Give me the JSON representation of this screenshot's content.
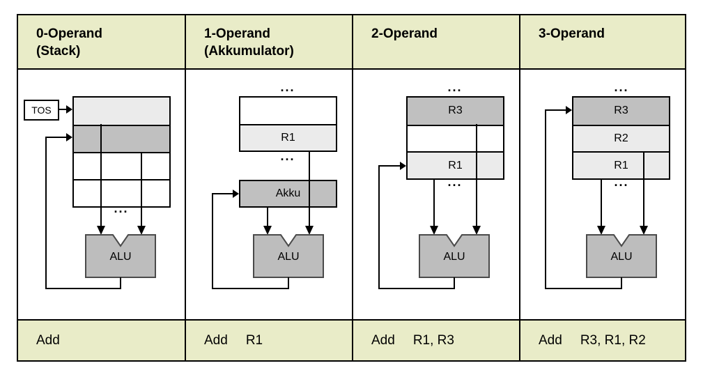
{
  "colors": {
    "band_bg": "#e9ecc8",
    "cell_light": "#ebebeb",
    "cell_dark": "#c0c0c0",
    "alu_fill": "#bdbdbd",
    "line": "#000000"
  },
  "columns": [
    {
      "header_line1": "0-Operand",
      "header_line2": "(Stack)",
      "tos_label": "TOS",
      "cells": [
        "",
        "",
        "",
        ""
      ],
      "dots_bottom": "...",
      "alu_label": "ALU",
      "instruction": {
        "mnemonic": "Add",
        "operands": ""
      }
    },
    {
      "header_line1": "1-Operand",
      "header_line2": "(Akkumulator)",
      "dots_top": "...",
      "cells": [
        "",
        "R1"
      ],
      "dots_mid": "...",
      "akku_label": "Akku",
      "alu_label": "ALU",
      "instruction": {
        "mnemonic": "Add",
        "operands": "R1"
      }
    },
    {
      "header_line1": "2-Operand",
      "header_line2": "",
      "dots_top": "...",
      "cells": [
        "R3",
        "",
        "R1"
      ],
      "dots_bottom": "...",
      "alu_label": "ALU",
      "instruction": {
        "mnemonic": "Add",
        "operands": "R1, R3"
      }
    },
    {
      "header_line1": "3-Operand",
      "header_line2": "",
      "dots_top": "...",
      "cells": [
        "R3",
        "R2",
        "R1"
      ],
      "dots_bottom": "...",
      "alu_label": "ALU",
      "instruction": {
        "mnemonic": "Add",
        "operands": "R3, R1, R2"
      }
    }
  ]
}
